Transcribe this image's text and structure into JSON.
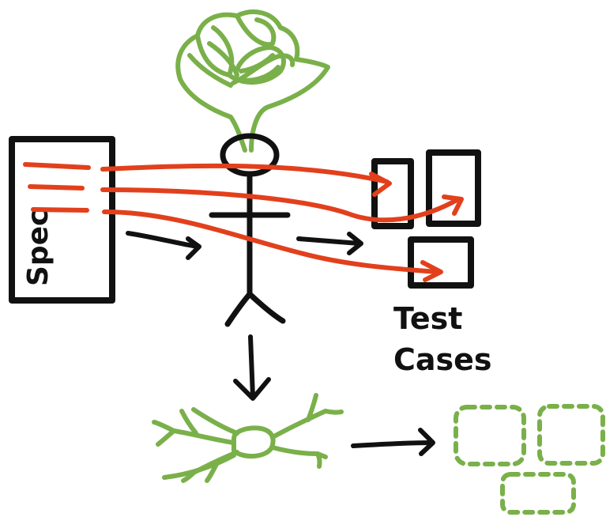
{
  "labels": {
    "spec": "Spec",
    "test_cases_line1": "Test",
    "test_cases_line2": "Cases"
  },
  "colors": {
    "ink": "#111111",
    "requirement_lines": "#e2401c",
    "thought_green": "#7ab04a",
    "paper": "#ffffff"
  },
  "icons": {
    "thought_cloud": "thought-scribble-icon",
    "person": "stick-figure-icon",
    "mind_map": "mind-map-icon",
    "dashed_boxes": "future-test-cases-icon"
  }
}
